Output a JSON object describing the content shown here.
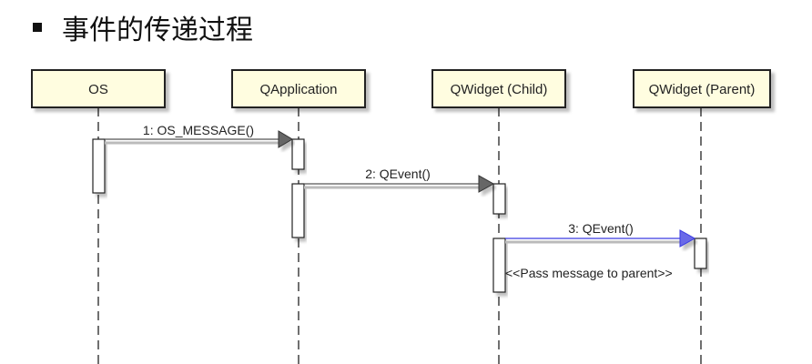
{
  "slide": {
    "title": "事件的传递过程"
  },
  "participants": [
    {
      "id": "os",
      "label": "OS"
    },
    {
      "id": "qapp",
      "label": "QApplication"
    },
    {
      "id": "child",
      "label": "QWidget (Child)"
    },
    {
      "id": "parent",
      "label": "QWidget (Parent)"
    }
  ],
  "messages": [
    {
      "from": "os",
      "to": "qapp",
      "label": "1: OS_MESSAGE()"
    },
    {
      "from": "qapp",
      "to": "child",
      "label": "2: QEvent()"
    },
    {
      "from": "child",
      "to": "parent",
      "label": "3: QEvent()"
    }
  ],
  "note": {
    "label": "<<Pass message to parent>>"
  },
  "colors": {
    "header_fill": "#fffde0",
    "header_border": "#222222",
    "arrow_default": "#555555",
    "arrow_highlight": "#3a3ae0",
    "arrowhead_default": "#666666",
    "arrowhead_highlight": "#6a6ae8"
  }
}
